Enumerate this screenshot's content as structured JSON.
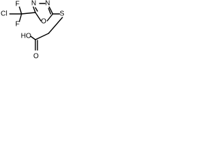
{
  "structure": {
    "atoms": {
      "n3": "N",
      "n4": "N",
      "f_top": "F",
      "cl": "Cl",
      "f_bottom": "F",
      "o_ring": "O",
      "s": "S",
      "hydroxyl": "HO",
      "carbonyl_o": "O"
    }
  }
}
